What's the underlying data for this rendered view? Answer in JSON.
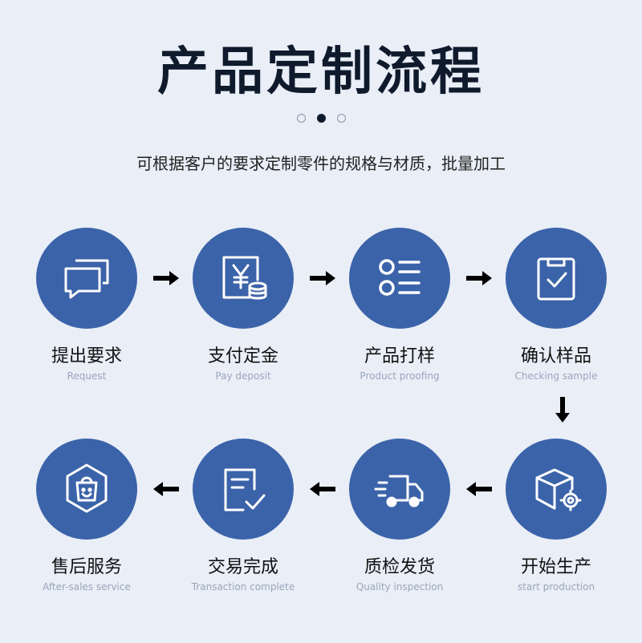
{
  "header": {
    "title": "产品定制流程",
    "subtitle": "可根据客户的要求定制零件的规格与材质，批量加工",
    "carousel_dots": 3,
    "active_dot": 1
  },
  "steps": [
    {
      "cn": "提出要求",
      "en": "Request",
      "icon": "chat-bubbles-icon"
    },
    {
      "cn": "支付定金",
      "en": "Pay deposit",
      "icon": "yen-coins-icon"
    },
    {
      "cn": "产品打样",
      "en": "Product proofing",
      "icon": "list-icon"
    },
    {
      "cn": "确认样品",
      "en": "Checking sample",
      "icon": "clipboard-check-icon"
    },
    {
      "cn": "开始生产",
      "en": "start production",
      "icon": "box-gear-icon"
    },
    {
      "cn": "质检发货",
      "en": "Quality inspection",
      "icon": "delivery-truck-icon"
    },
    {
      "cn": "交易完成",
      "en": "Transaction complete",
      "icon": "document-check-icon"
    },
    {
      "cn": "售后服务",
      "en": "After-sales service",
      "icon": "shopping-bag-icon"
    }
  ],
  "colors": {
    "background": "#e9eef7",
    "circle": "#3b63a9",
    "title": "#0f1a2c",
    "english_label": "#9aa6bb"
  }
}
